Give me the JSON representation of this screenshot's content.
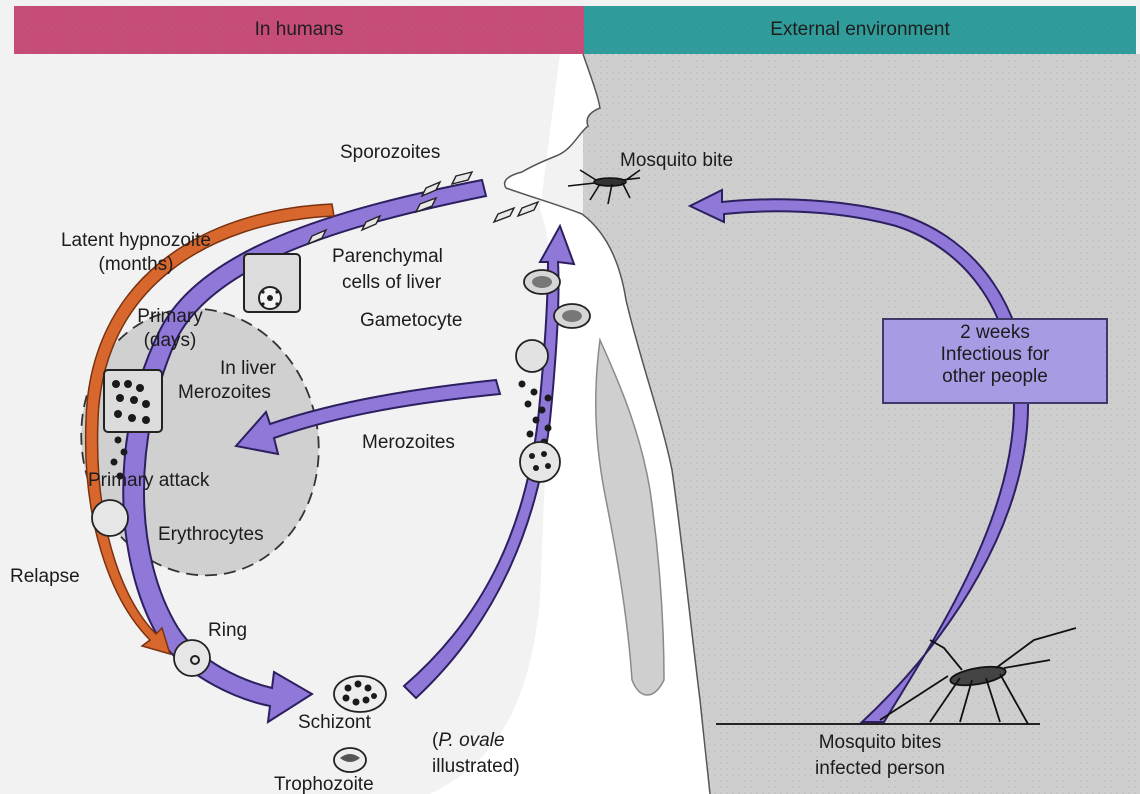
{
  "header": {
    "left": "In humans",
    "right": "External environment"
  },
  "labels": {
    "sporozoites": "Sporozoites",
    "mosquito_bite": "Mosquito bite",
    "latent_1": "Latent hypnozoite",
    "latent_2": "(months)",
    "parenchymal_1": "Parenchymal",
    "parenchymal_2": "cells of liver",
    "gametocyte": "Gametocyte",
    "primary_1": "Primary",
    "primary_2": "(days)",
    "in_liver": "In liver",
    "merozoites_liver": "Merozoites",
    "merozoites_blood": "Merozoites",
    "primary_attack": "Primary attack",
    "erythrocytes": "Erythrocytes",
    "relapse": "Relapse",
    "ring": "Ring",
    "schizont": "Schizont",
    "trophozoite": "Trophozoite",
    "ovale_open": "(",
    "ovale_species": "P. ovale",
    "ovale_2": "illustrated)",
    "bites_1": "Mosquito bites",
    "bites_2": "infected person"
  },
  "infectious_box": {
    "line1": "2 weeks",
    "line2": "Infectious for",
    "line3": "other people"
  },
  "colors": {
    "humans_band": "#c64b78",
    "external_band": "#2f9c9c",
    "arrow_fill": "#8f78d8",
    "relapse_arrow": "#d8672e",
    "environment_shade": "#cdcdcd",
    "infectious_box": "#a79ce4"
  }
}
